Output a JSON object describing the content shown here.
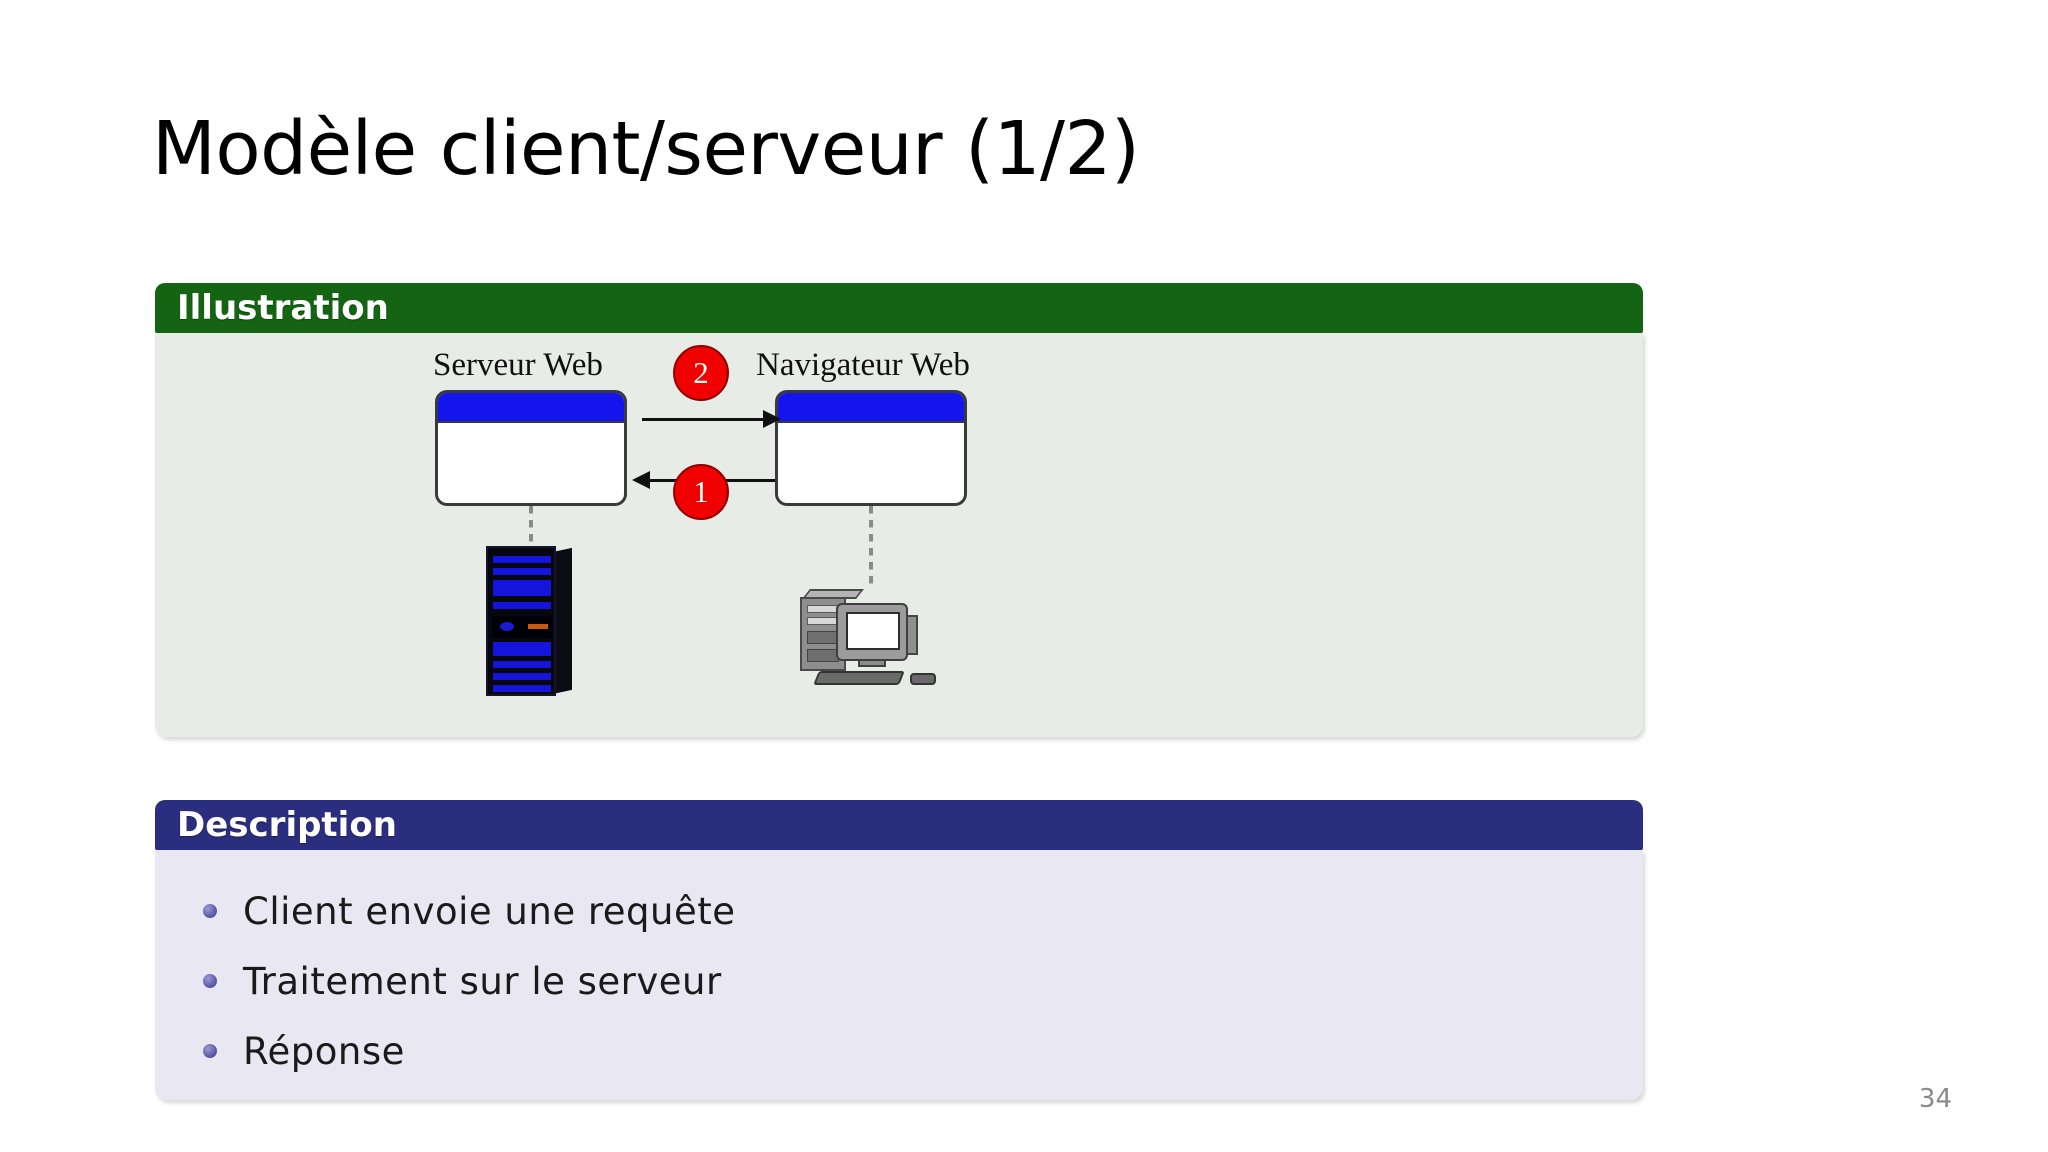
{
  "slide": {
    "title": "Modèle client/serveur (1/2)",
    "page_number": "34"
  },
  "illustration": {
    "header_label": "Illustration",
    "header_color": "#146414",
    "body_color": "#e8ece6",
    "diagram": {
      "server_label": "Serveur Web",
      "client_label": "Navigateur Web",
      "badges": [
        {
          "id": "badge-top",
          "label": "2",
          "color": "#f00000",
          "meaning": "request-arrow-label"
        },
        {
          "id": "badge-bottom",
          "label": "1",
          "color": "#f00000",
          "meaning": "response-arrow-label"
        }
      ],
      "arrows": [
        {
          "id": "arrow-to-client",
          "direction": "right"
        },
        {
          "id": "arrow-to-server",
          "direction": "left"
        }
      ],
      "icons": [
        {
          "name": "server-rack-icon",
          "color": "#1414dd"
        },
        {
          "name": "desktop-computer-icon",
          "color": "#8e8e8e"
        }
      ]
    }
  },
  "description": {
    "header_label": "Description",
    "header_color": "#2b2d7f",
    "body_color": "#e9e8f2",
    "bullets": [
      "Client envoie une requête",
      "Traitement sur le serveur",
      "Réponse"
    ]
  }
}
